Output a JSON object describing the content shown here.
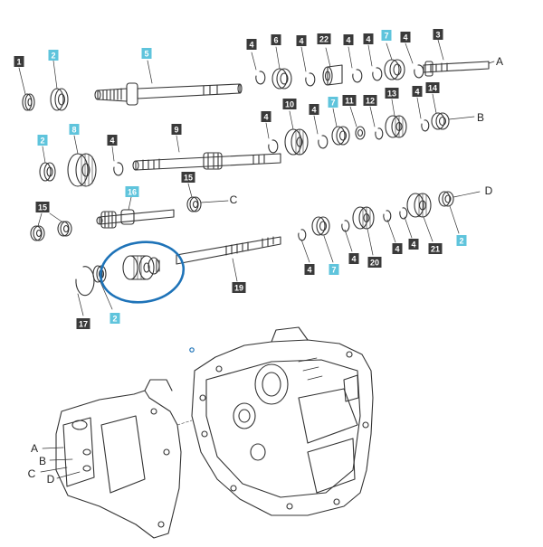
{
  "diagram": {
    "highlight_color": "#1e73b8",
    "callout_colors": {
      "dark": "#3a3a3a",
      "light": "#5fc4dc"
    },
    "callouts": [
      {
        "label": "1",
        "style": "dark"
      },
      {
        "label": "2",
        "style": "light"
      },
      {
        "label": "5",
        "style": "light"
      },
      {
        "label": "4",
        "style": "dark"
      },
      {
        "label": "6",
        "style": "dark"
      },
      {
        "label": "4",
        "style": "dark"
      },
      {
        "label": "22",
        "style": "dark"
      },
      {
        "label": "4",
        "style": "dark"
      },
      {
        "label": "4",
        "style": "dark"
      },
      {
        "label": "7",
        "style": "light"
      },
      {
        "label": "4",
        "style": "dark"
      },
      {
        "label": "3",
        "style": "dark"
      },
      {
        "label": "2",
        "style": "light"
      },
      {
        "label": "8",
        "style": "light"
      },
      {
        "label": "4",
        "style": "dark"
      },
      {
        "label": "9",
        "style": "dark"
      },
      {
        "label": "4",
        "style": "dark"
      },
      {
        "label": "10",
        "style": "dark"
      },
      {
        "label": "4",
        "style": "dark"
      },
      {
        "label": "7",
        "style": "light"
      },
      {
        "label": "11",
        "style": "dark"
      },
      {
        "label": "12",
        "style": "dark"
      },
      {
        "label": "13",
        "style": "dark"
      },
      {
        "label": "4",
        "style": "dark"
      },
      {
        "label": "14",
        "style": "dark"
      },
      {
        "label": "16",
        "style": "light"
      },
      {
        "label": "15",
        "style": "dark"
      },
      {
        "label": "15",
        "style": "dark"
      },
      {
        "label": "4",
        "style": "dark"
      },
      {
        "label": "7",
        "style": "light"
      },
      {
        "label": "4",
        "style": "dark"
      },
      {
        "label": "20",
        "style": "dark"
      },
      {
        "label": "4",
        "style": "dark"
      },
      {
        "label": "4",
        "style": "dark"
      },
      {
        "label": "21",
        "style": "dark"
      },
      {
        "label": "2",
        "style": "light"
      },
      {
        "label": "19",
        "style": "dark"
      },
      {
        "label": "17",
        "style": "dark"
      },
      {
        "label": "2",
        "style": "light"
      }
    ],
    "letters": [
      {
        "label": "A"
      },
      {
        "label": "B"
      },
      {
        "label": "C"
      },
      {
        "label": "D"
      },
      {
        "label": "A"
      },
      {
        "label": "B"
      },
      {
        "label": "C"
      },
      {
        "label": "D"
      }
    ]
  }
}
